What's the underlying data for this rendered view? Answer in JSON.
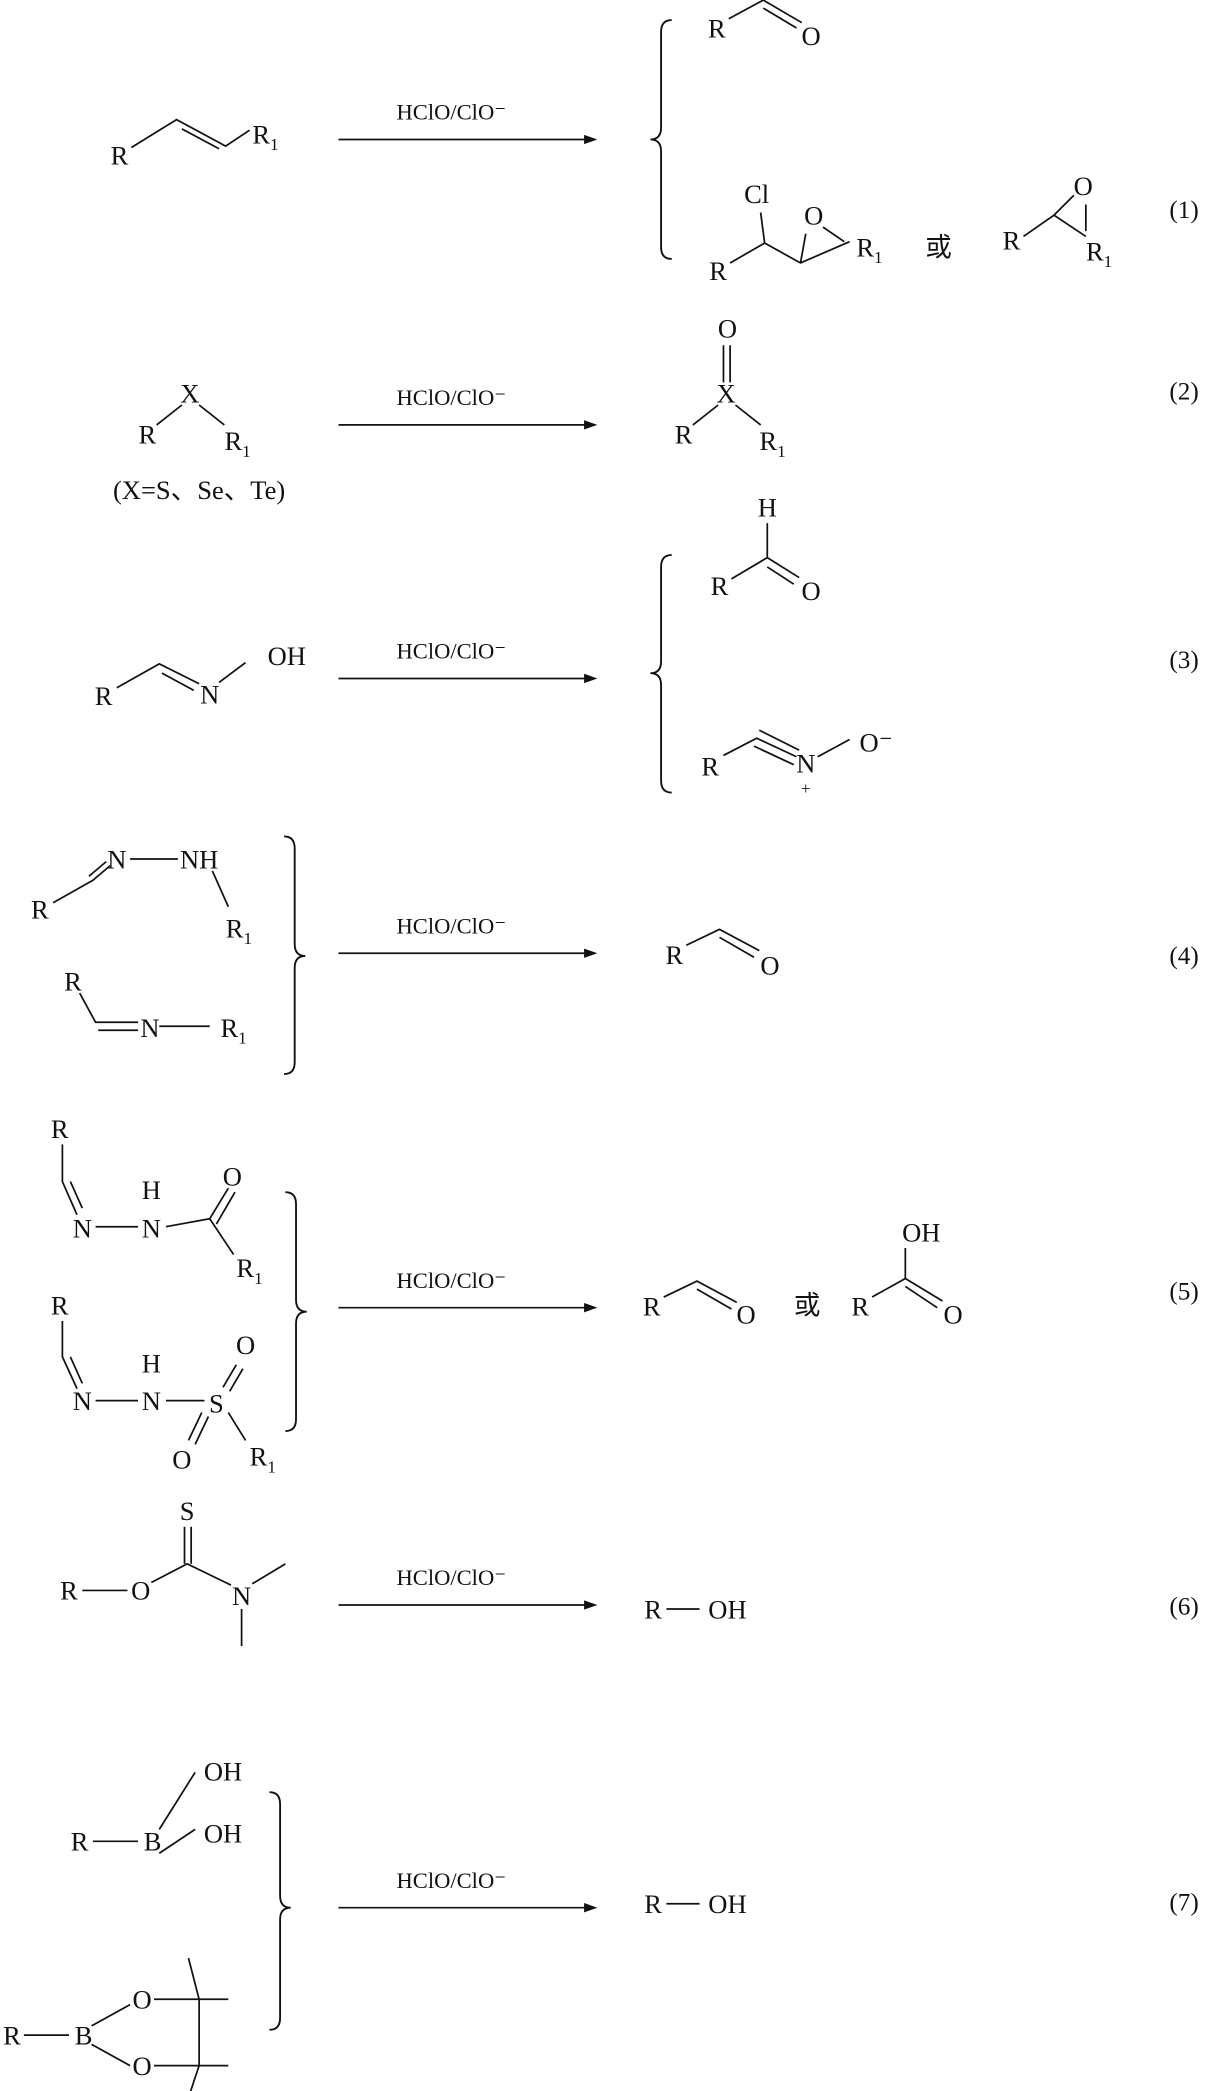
{
  "reagent": "HClO/ClO⁻",
  "or": "或",
  "note_x": "(X=S、Se、Te)",
  "numbers": [
    "(1)",
    "(2)",
    "(3)",
    "(4)",
    "(5)",
    "(6)",
    "(7)"
  ],
  "atoms": {
    "R": "R",
    "R1": "R1",
    "O": "O",
    "Cl": "Cl",
    "X": "X",
    "H": "H",
    "N": "N",
    "NH": "NH",
    "OH": "OH",
    "S": "S",
    "B": "B",
    "O_minus": "O⁻",
    "plus": "+"
  }
}
